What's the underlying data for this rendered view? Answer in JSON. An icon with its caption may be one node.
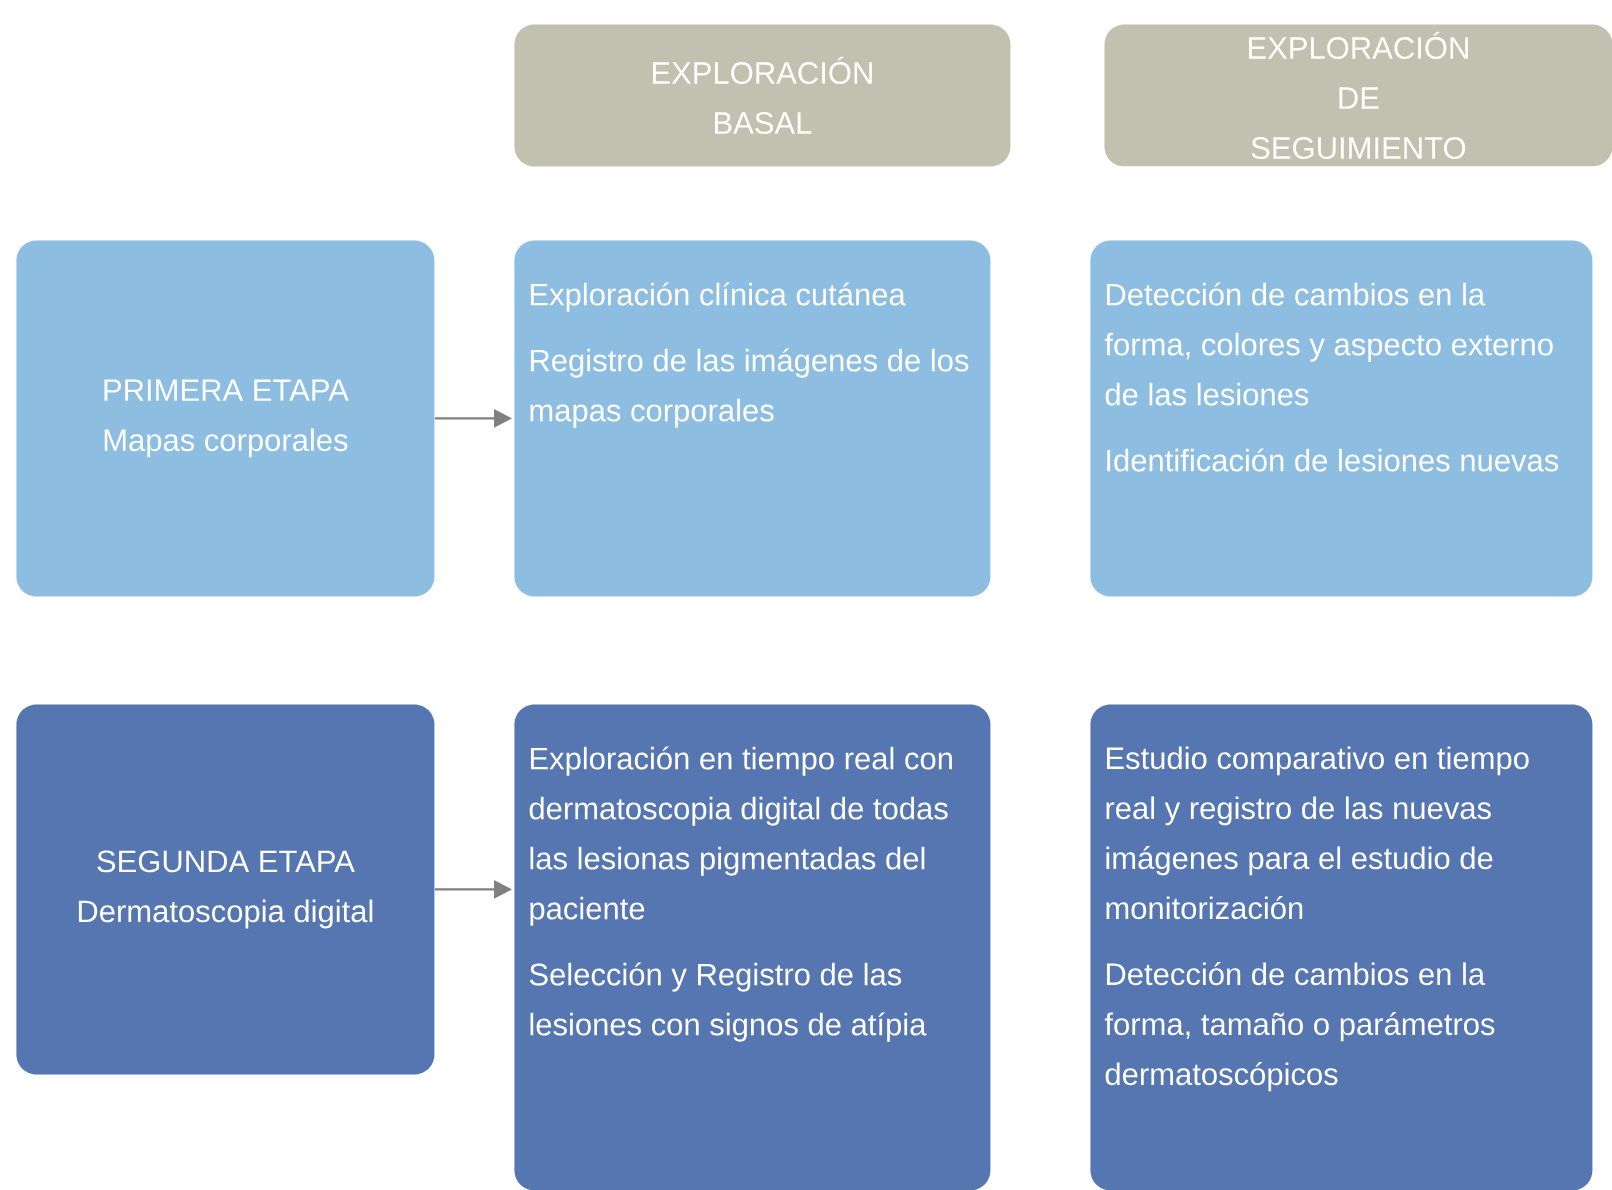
{
  "diagram": {
    "nodes": [
      {
        "text": [
          "EXPLORACIÓN BASAL"
        ]
      },
      {
        "text": [
          "EXPLORACIÓN DE SEGUIMIENTO"
        ]
      },
      {
        "text": [
          "PRIMERA ETAPA",
          "Mapas corporales"
        ]
      },
      {
        "text": [
          "Exploración clínica cutánea",
          "Registro de las imágenes de los mapas corporales"
        ]
      },
      {
        "text": [
          "Detección de cambios en la forma, colores y aspecto externo de las lesiones",
          "Identificación de lesiones nuevas"
        ]
      },
      {
        "text": [
          "SEGUNDA ETAPA",
          "Dermatoscopia digital"
        ]
      },
      {
        "text": [
          "Exploración en tiempo real con dermatoscopia digital de todas las lesionas pigmentadas del paciente",
          "Selección y Registro de las lesiones con signos de atípia"
        ]
      },
      {
        "text": [
          "Estudio comparativo en tiempo real y registro de las nuevas imágenes para el estudio de monitorización",
          "Detección de cambios en la forma, tamaño o parámetros dermatoscópicos"
        ]
      }
    ],
    "edges": [
      {
        "from": 2,
        "to": 3,
        "arrow": "to"
      },
      {
        "from": 5,
        "to": 6,
        "arrow": "to"
      }
    ]
  }
}
